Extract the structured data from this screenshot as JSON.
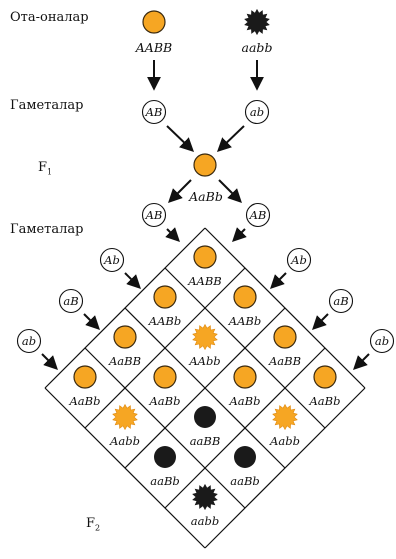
{
  "labels": {
    "parents": "Ота-оналар",
    "gametes_top": "Гаметалар",
    "f1_main": "F",
    "f1_sub": "1",
    "gametes_grid": "Гаметалар",
    "f2_main": "F",
    "f2_sub": "2"
  },
  "parents": [
    {
      "genotype": "AABB",
      "phenotype": "orange-smooth"
    },
    {
      "genotype": "aabb",
      "phenotype": "black-wrinkled"
    }
  ],
  "parent_gametes": [
    "AB",
    "ab"
  ],
  "f1": {
    "genotype": "AaBb",
    "phenotype": "orange-smooth"
  },
  "f1_gametes": [
    "AB",
    "AB"
  ],
  "grid_left_gametes": [
    "AB",
    "Ab",
    "aB",
    "ab"
  ],
  "grid_right_gametes": [
    "AB",
    "Ab",
    "aB",
    "ab"
  ],
  "grid_cells": [
    [
      {
        "g": "AABB",
        "p": "orange-smooth"
      },
      {
        "g": "AABb",
        "p": "orange-smooth"
      },
      {
        "g": "AaBB",
        "p": "orange-smooth"
      },
      {
        "g": "AaBb",
        "p": "orange-smooth"
      }
    ],
    [
      {
        "g": "AABb",
        "p": "orange-smooth"
      },
      {
        "g": "AAbb",
        "p": "orange-wrinkled"
      },
      {
        "g": "AaBb",
        "p": "orange-smooth"
      },
      {
        "g": "Aabb",
        "p": "orange-wrinkled"
      }
    ],
    [
      {
        "g": "AaBB",
        "p": "orange-smooth"
      },
      {
        "g": "AaBb",
        "p": "orange-smooth"
      },
      {
        "g": "aaBB",
        "p": "black-smooth"
      },
      {
        "g": "aaBb",
        "p": "black-smooth"
      }
    ],
    [
      {
        "g": "AaBb",
        "p": "orange-smooth"
      },
      {
        "g": "Aabb",
        "p": "orange-wrinkled"
      },
      {
        "g": "aaBb",
        "p": "black-smooth"
      },
      {
        "g": "aabb",
        "p": "black-wrinkled"
      }
    ]
  ],
  "colors": {
    "orange": "#f6a623",
    "orange_edge": "#3a2a10",
    "wrinkled": "#f6a623",
    "black": "#1a1a1a",
    "line": "#111111"
  }
}
